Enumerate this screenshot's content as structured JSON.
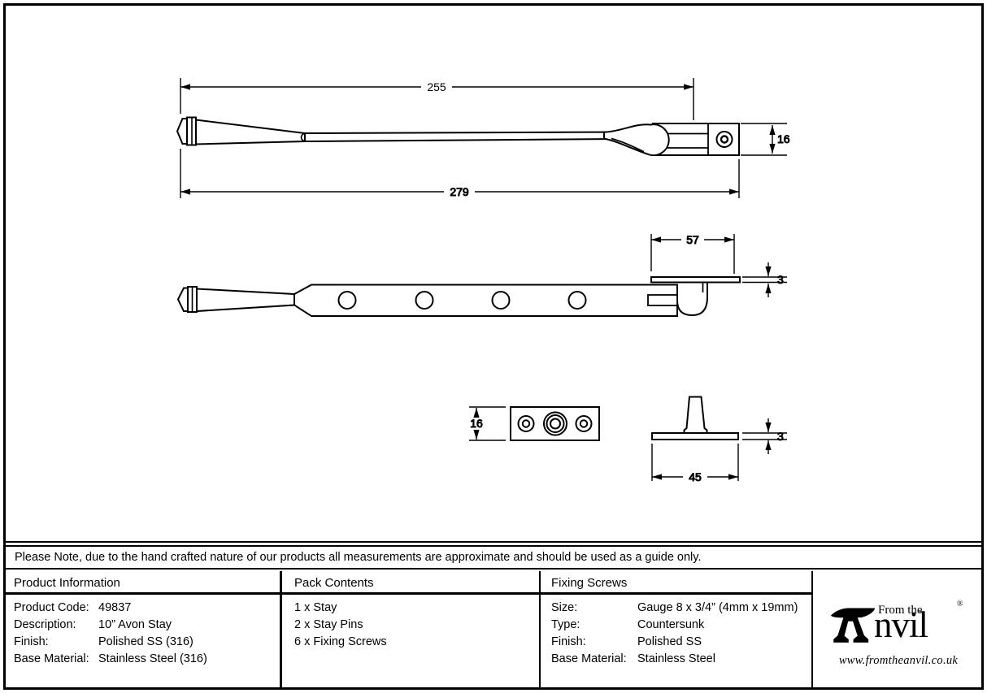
{
  "drawing": {
    "top_view": {
      "dim_open": "255",
      "dim_overall": "279",
      "dim_bracket_height": "16"
    },
    "plan_view": {
      "dim_keep_plate_width": "57",
      "dim_keep_plate_thickness": "3"
    },
    "keep_plate": {
      "dim_height": "16"
    },
    "pin": {
      "dim_width": "45",
      "dim_thickness": "3"
    }
  },
  "note": "Please Note, due to the hand crafted nature of our products all measurements are approximate and should be used as a guide only.",
  "table": {
    "product_information": {
      "header": "Product Information",
      "rows": [
        {
          "label": "Product Code:",
          "value": "49837"
        },
        {
          "label": "Description:",
          "value": "10” Avon Stay"
        },
        {
          "label": "Finish:",
          "value": "Polished SS (316)"
        },
        {
          "label": "Base Material:",
          "value": "Stainless Steel (316)"
        }
      ]
    },
    "pack_contents": {
      "header": "Pack Contents",
      "items": [
        "1 x Stay",
        "2 x Stay Pins",
        "6 x Fixing Screws"
      ]
    },
    "fixing_screws": {
      "header": "Fixing Screws",
      "rows": [
        {
          "label": "Size:",
          "value": "Gauge 8 x 3/4” (4mm x 19mm)"
        },
        {
          "label": "Type:",
          "value": "Countersunk"
        },
        {
          "label": "Finish:",
          "value": "Polished SS"
        },
        {
          "label": "Base Material:",
          "value": "Stainless Steel"
        }
      ]
    }
  },
  "logo": {
    "brand_prefix": "From the",
    "brand_name": "nvil",
    "registered": "®",
    "website": "www.fromtheanvil.co.uk"
  },
  "colors": {
    "ink": "#000000",
    "paper": "#ffffff"
  }
}
